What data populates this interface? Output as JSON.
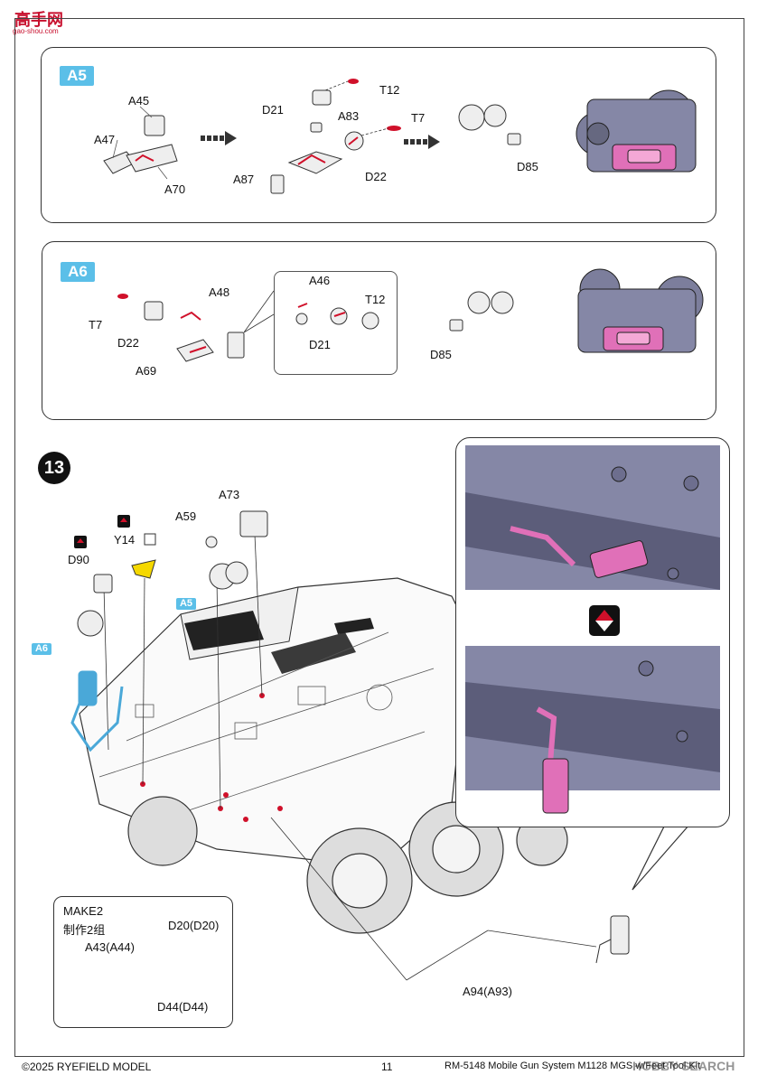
{
  "header": {
    "logo_text": "高手网",
    "logo_sub": "gao-shou.com"
  },
  "panels": {
    "a5": {
      "tag": "A5",
      "labels": [
        "A45",
        "A47",
        "A70",
        "D21",
        "T12",
        "A83",
        "T7",
        "A87",
        "D22",
        "D85"
      ]
    },
    "a6": {
      "tag": "A6",
      "labels": [
        "T7",
        "D22",
        "A48",
        "A69",
        "A46",
        "T12",
        "D21",
        "D85"
      ]
    }
  },
  "step13": {
    "number": "13",
    "labels": {
      "a73": "A73",
      "a59": "A59",
      "y14": "Y14",
      "d90": "D90",
      "a5": "A5",
      "a6": "A6",
      "a94": "A94(A93)"
    },
    "make": {
      "line1": "MAKE2",
      "line2": "制作2组",
      "d20": "D20(D20)",
      "a43": "A43(A44)",
      "d44": "D44(D44)"
    }
  },
  "footer": {
    "copyright": "©2025 RYEFIELD MODEL",
    "page": "11",
    "title": "RM-5148 Mobile Gun System M1128 MGS w/Feet Tool Kit",
    "watermark": "HOBBY SEARCH"
  },
  "colors": {
    "accent": "#5bbfe8",
    "part_red": "#d0102a",
    "hull": "#7c7e9c",
    "pink": "#e070b8"
  }
}
